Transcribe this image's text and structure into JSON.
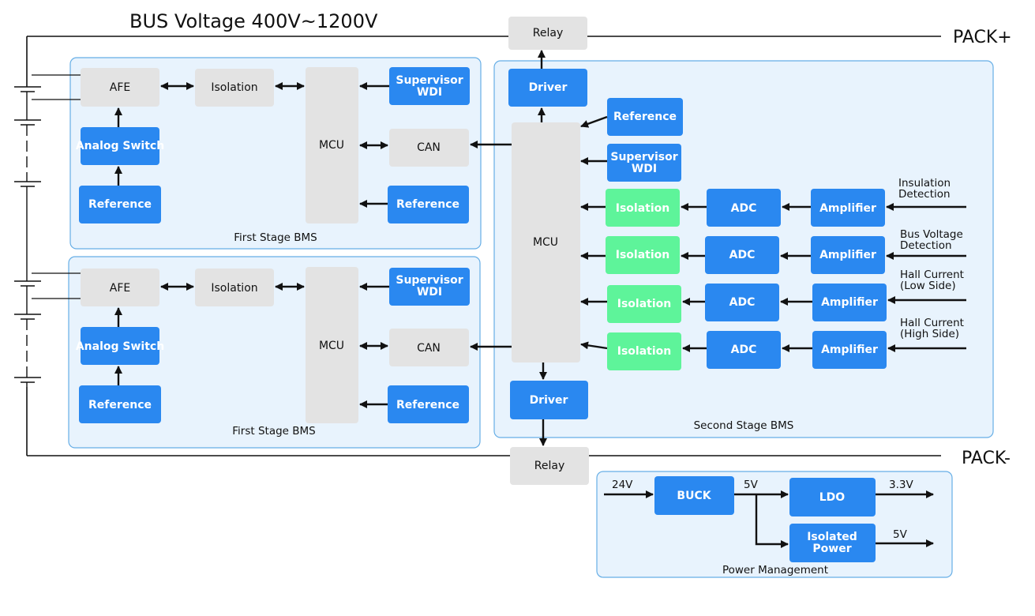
{
  "title": "BUS Voltage 400V~1200V",
  "pack_plus": "PACK+",
  "pack_minus": "PACK-",
  "colors": {
    "blue_block": "#2a88f0",
    "gray_block": "#e3e3e3",
    "green_block": "#5ef49a",
    "panel_fill": "#e8f3fd",
    "panel_border": "#66aee6",
    "line": "#111111"
  },
  "relays": {
    "top": "Relay",
    "bottom": "Relay"
  },
  "stage1_top": {
    "panel_label": "First Stage BMS",
    "afe": "AFE",
    "isolation": "Isolation",
    "mcu": "MCU",
    "supervisor": [
      "Supervisor",
      "WDI"
    ],
    "can": "CAN",
    "analog_switch": "Analog Switch",
    "reference_left": "Reference",
    "reference_right": "Reference"
  },
  "stage1_bottom": {
    "panel_label": "First Stage BMS",
    "afe": "AFE",
    "isolation": "Isolation",
    "mcu": "MCU",
    "supervisor": [
      "Supervisor",
      "WDI"
    ],
    "can": "CAN",
    "analog_switch": "Analog Switch",
    "reference_left": "Reference",
    "reference_right": "Reference"
  },
  "stage2": {
    "panel_label": "Second Stage BMS",
    "driver_top": "Driver",
    "driver_bottom": "Driver",
    "mcu": "MCU",
    "reference": "Reference",
    "supervisor": [
      "Supervisor",
      "WDI"
    ],
    "channels": [
      {
        "isolation": "Isolation",
        "adc": "ADC",
        "amplifier": "Amplifier",
        "signal": [
          "Insulation",
          "Detection"
        ]
      },
      {
        "isolation": "Isolation",
        "adc": "ADC",
        "amplifier": "Amplifier",
        "signal": [
          "Bus Voltage",
          "Detection"
        ]
      },
      {
        "isolation": "Isolation",
        "adc": "ADC",
        "amplifier": "Amplifier",
        "signal": [
          "Hall Current",
          "(Low Side)"
        ]
      },
      {
        "isolation": "Isolation",
        "adc": "ADC",
        "amplifier": "Amplifier",
        "signal": [
          "Hall Current",
          "(High Side)"
        ]
      }
    ]
  },
  "power": {
    "panel_label": "Power Management",
    "buck": "BUCK",
    "ldo": "LDO",
    "isolated_power": [
      "Isolated",
      "Power"
    ],
    "in_24v": "24V",
    "mid_5v": "5V",
    "out_3v3": "3.3V",
    "out_5v": "5V"
  }
}
